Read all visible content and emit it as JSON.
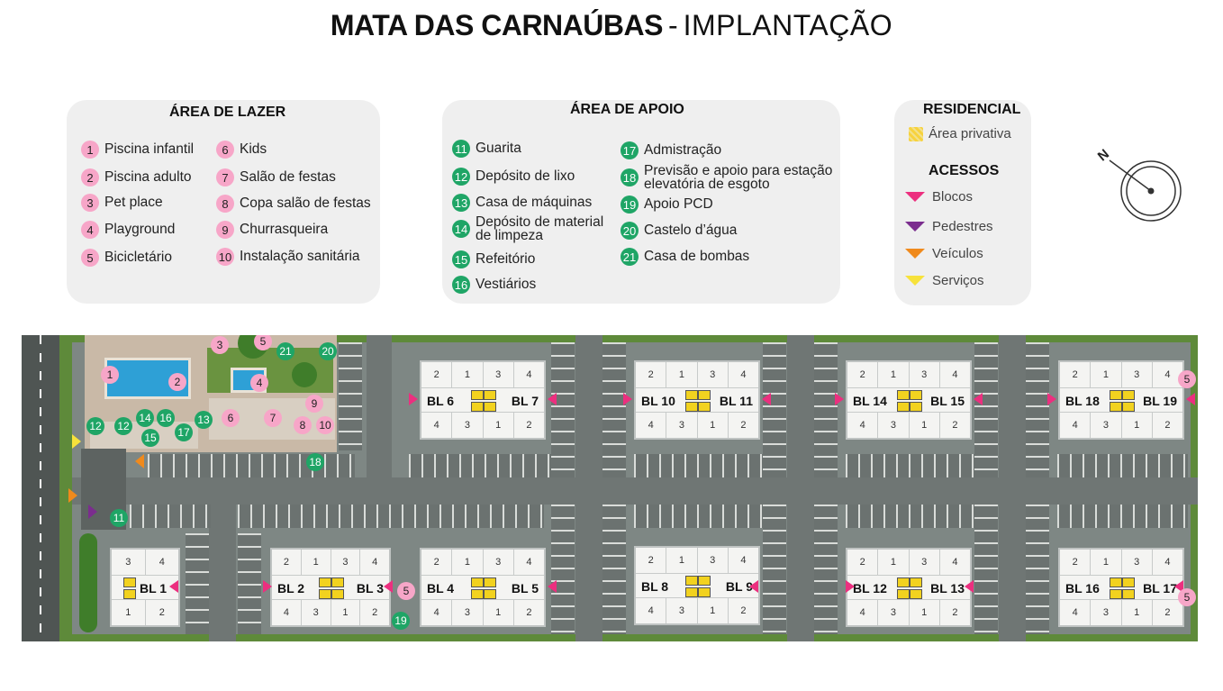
{
  "title": {
    "main": "MATA DAS CARNAÚBAS",
    "sep": "-",
    "sub": "IMPLANTAÇÃO"
  },
  "lazer": {
    "title": "ÁREA DE LAZER",
    "items": [
      {
        "n": "1",
        "label": "Piscina infantil"
      },
      {
        "n": "2",
        "label": "Piscina adulto"
      },
      {
        "n": "3",
        "label": "Pet place"
      },
      {
        "n": "4",
        "label": "Playground"
      },
      {
        "n": "5",
        "label": "Bicicletário"
      },
      {
        "n": "6",
        "label": "Kids"
      },
      {
        "n": "7",
        "label": "Salão de festas"
      },
      {
        "n": "8",
        "label": "Copa salão de festas"
      },
      {
        "n": "9",
        "label": "Churrasqueira"
      },
      {
        "n": "10",
        "label": "Instalação sanitária"
      }
    ]
  },
  "apoio": {
    "title": "ÁREA DE  APOIO",
    "items": [
      {
        "n": "11",
        "label": "Guarita"
      },
      {
        "n": "12",
        "label": "Depósito de lixo"
      },
      {
        "n": "13",
        "label": "Casa de máquinas"
      },
      {
        "n": "14",
        "label": "Depósito de material de limpeza"
      },
      {
        "n": "15",
        "label": "Refeitório"
      },
      {
        "n": "16",
        "label": "Vestiários"
      },
      {
        "n": "17",
        "label": "Admistração"
      },
      {
        "n": "18",
        "label": "Previsão e apoio para estação elevatória de esgoto"
      },
      {
        "n": "19",
        "label": "Apoio PCD"
      },
      {
        "n": "20",
        "label": "Castelo d’água"
      },
      {
        "n": "21",
        "label": "Casa de bombas"
      }
    ]
  },
  "residencial": {
    "title": "RESIDENCIAL",
    "area": "Área privativa",
    "acessos_title": "ACESSOS",
    "acessos": [
      {
        "label": "Blocos",
        "color": "#ec2f7f"
      },
      {
        "label": "Pedestres",
        "color": "#7b2d8e"
      },
      {
        "label": "Veículos",
        "color": "#f08a1c"
      },
      {
        "label": "Serviços",
        "color": "#f7e23b"
      }
    ]
  },
  "compass": {
    "north": "N"
  },
  "map": {
    "blocks_top": [
      {
        "left": "BL 6",
        "right": "BL 7",
        "top": [
          "2",
          "1",
          "3",
          "4"
        ],
        "bottom": [
          "4",
          "3",
          "1",
          "2"
        ]
      },
      {
        "left": "BL 10",
        "right": "BL 11",
        "top": [
          "2",
          "1",
          "3",
          "4"
        ],
        "bottom": [
          "4",
          "3",
          "1",
          "2"
        ]
      },
      {
        "left": "BL 14",
        "right": "BL 15",
        "top": [
          "2",
          "1",
          "3",
          "4"
        ],
        "bottom": [
          "4",
          "3",
          "1",
          "2"
        ]
      },
      {
        "left": "BL 18",
        "right": "BL 19",
        "top": [
          "2",
          "1",
          "3",
          "4"
        ],
        "bottom": [
          "4",
          "3",
          "1",
          "2"
        ]
      }
    ],
    "blocks_bottom": [
      {
        "left": "BL 2",
        "right": "BL 3",
        "top": [
          "2",
          "1",
          "3",
          "4"
        ],
        "bottom": [
          "4",
          "3",
          "1",
          "2"
        ]
      },
      {
        "left": "BL 4",
        "right": "BL 5",
        "top": [
          "2",
          "1",
          "3",
          "4"
        ],
        "bottom": [
          "4",
          "3",
          "1",
          "2"
        ]
      },
      {
        "left": "BL 8",
        "right": "BL 9",
        "top": [
          "2",
          "1",
          "3",
          "4"
        ],
        "bottom": [
          "4",
          "3",
          "1",
          "2"
        ]
      },
      {
        "left": "BL 12",
        "right": "BL 13",
        "top": [
          "2",
          "1",
          "3",
          "4"
        ],
        "bottom": [
          "4",
          "3",
          "1",
          "2"
        ]
      },
      {
        "left": "BL 16",
        "right": "BL 17",
        "top": [
          "2",
          "1",
          "3",
          "4"
        ],
        "bottom": [
          "4",
          "3",
          "1",
          "2"
        ]
      }
    ],
    "bl1": {
      "label": "BL 1",
      "top": [
        "3",
        "4"
      ],
      "bottom": [
        "1",
        "2"
      ]
    },
    "markers": [
      "1",
      "2",
      "3",
      "4",
      "5",
      "6",
      "7",
      "8",
      "9",
      "10",
      "11",
      "12",
      "12",
      "13",
      "14",
      "15",
      "16",
      "17",
      "18",
      "19",
      "20",
      "21",
      "5",
      "5",
      "5"
    ]
  }
}
